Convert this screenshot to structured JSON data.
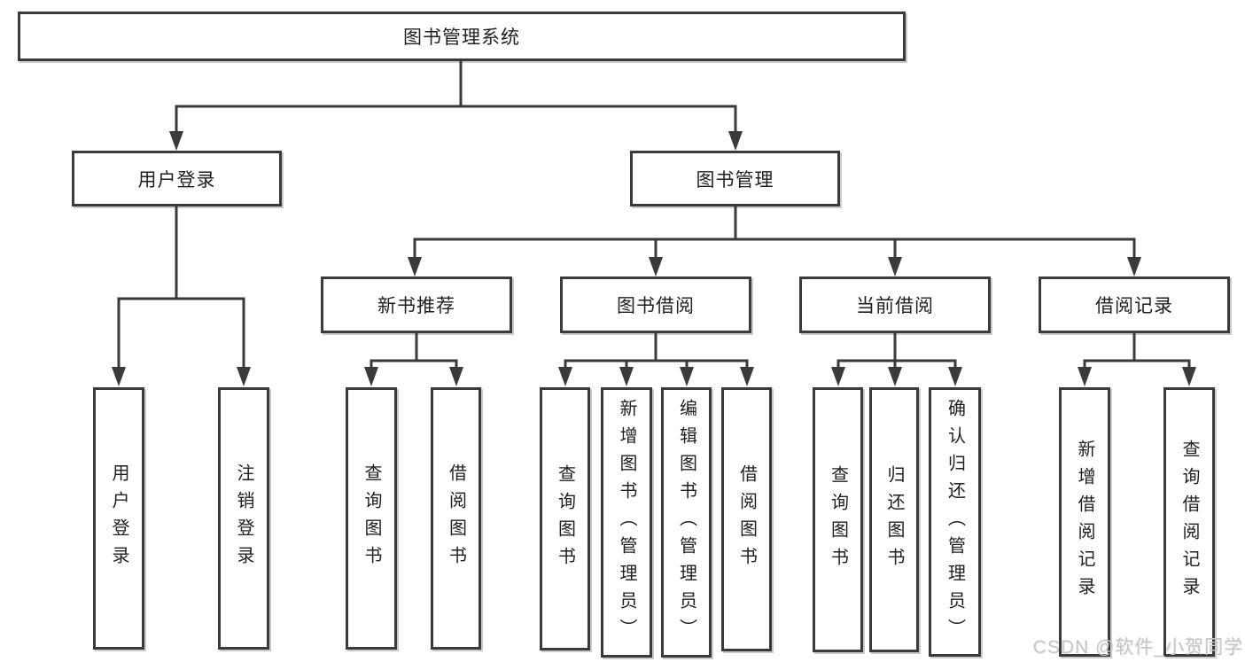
{
  "diagram": {
    "root": "图书管理系统",
    "branches": [
      {
        "label": "用户登录",
        "children": [
          "用户登录",
          "注销登录"
        ]
      },
      {
        "label": "图书管理",
        "children": [
          {
            "label": "新书推荐",
            "children": [
              "查询图书",
              "借阅图书"
            ]
          },
          {
            "label": "图书借阅",
            "children": [
              "查询图书",
              "新增图书（管理员）",
              "编辑图书（管理员）",
              "借阅图书"
            ]
          },
          {
            "label": "当前借阅",
            "children": [
              "查询图书",
              "归还图书",
              "确认归还（管理员）"
            ]
          },
          {
            "label": "借阅记录",
            "children": [
              "新增借阅记录",
              "查询借阅记录"
            ]
          }
        ]
      }
    ]
  },
  "watermark": "CSDN @软件_小贺同学",
  "colors": {
    "line": "#3a3a3a",
    "box_background": "#ffffff",
    "text": "#1f1f1f",
    "watermark": "#c6c6c6"
  }
}
